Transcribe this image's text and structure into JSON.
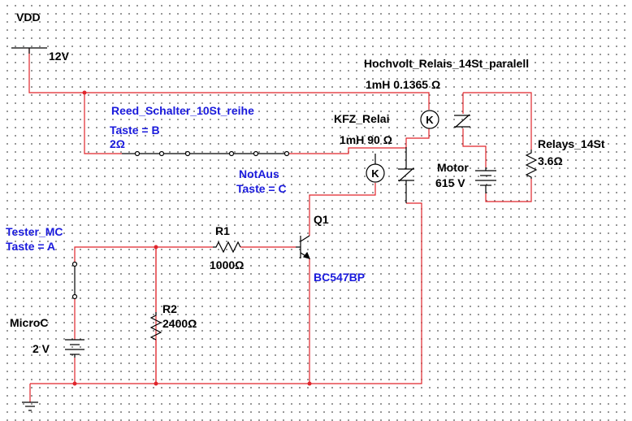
{
  "supply": {
    "name": "VDD",
    "voltage": "12V"
  },
  "hv_relay": {
    "name": "Hochvolt_Relais_14St_paralell",
    "value": "1mH 0.1365 Ω",
    "symbol": "K"
  },
  "kfz_relay": {
    "name": "KFZ_Relai",
    "value": "1mH 90 Ω",
    "symbol": "K"
  },
  "reed_switch": {
    "name": "Reed_Schalter_10St_reihe",
    "key": "Taste = B",
    "value": "2Ω"
  },
  "notaus": {
    "name": "NotAus",
    "key": "Taste = C"
  },
  "tester": {
    "name": "Tester_MC",
    "key": "Taste = A"
  },
  "r1": {
    "name": "R1",
    "value": "1000Ω"
  },
  "r2": {
    "name": "R2",
    "value": "2400Ω"
  },
  "q1": {
    "name": "Q1",
    "part": "BC547BP"
  },
  "microc": {
    "name": "MicroC",
    "voltage": "2 V"
  },
  "motor": {
    "name": "Motor",
    "voltage": "615 V"
  },
  "relays_load": {
    "name": "Relays_14St",
    "value": "3.6Ω"
  },
  "colors": {
    "wire": "#e0252b",
    "component": "#000000",
    "interactive_label": "#1a1adc"
  }
}
